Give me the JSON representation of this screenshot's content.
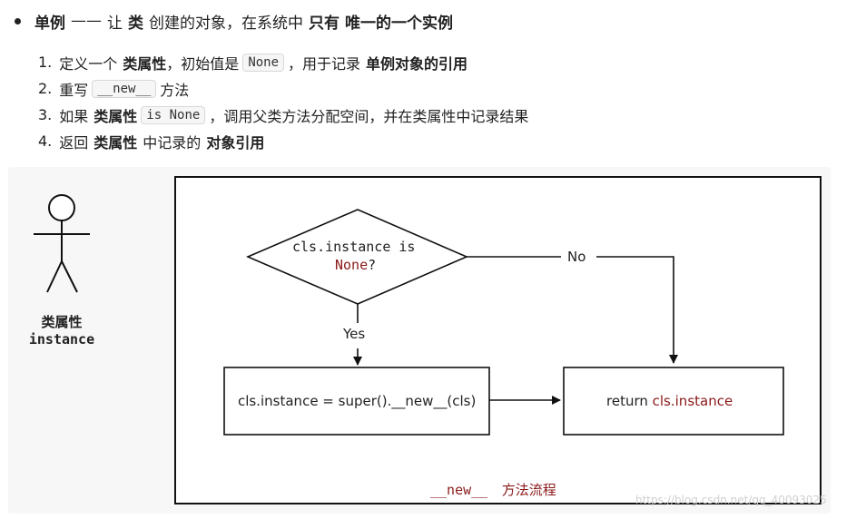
{
  "header": {
    "term": "单例",
    "dashes": "——",
    "text_a": "让",
    "text_b": "类",
    "text_c": "创建的对象，在系统中",
    "text_d": "只有",
    "text_e": "唯一的一个实例"
  },
  "steps": [
    {
      "num": "1.",
      "a": "定义一个",
      "b": "类属性",
      "c": "，初始值是",
      "code": "None",
      "d": "，用于记录",
      "e": "单例对象的引用"
    },
    {
      "num": "2.",
      "a": "重写",
      "code": "__new__",
      "b": "方法"
    },
    {
      "num": "3.",
      "a": "如果",
      "b": "类属性",
      "code": "is None",
      "c": "，调用父类方法分配空间，并在类属性中记录结果"
    },
    {
      "num": "4.",
      "a": "返回",
      "b": "类属性",
      "c": "中记录的",
      "d": "对象引用"
    }
  ],
  "actor": {
    "label_cn": "类属性",
    "label_en": "instance"
  },
  "diagram": {
    "decision_line1": "cls.instance is",
    "decision_line2_red": "None",
    "decision_line2_tail": "?",
    "no_label": "No",
    "yes_label": "Yes",
    "left_box": "cls.instance = super().__new__(cls)",
    "right_box_prefix": "return ",
    "right_box_red": "cls.instance",
    "caption_code": "__new__",
    "caption_text": "方法流程"
  },
  "watermark": "https://blog.csdn.net/qq_40093025",
  "colors": {
    "accent_red": "#8b1a1a",
    "panel_bg": "#f7f7f7",
    "line": "#111111"
  }
}
